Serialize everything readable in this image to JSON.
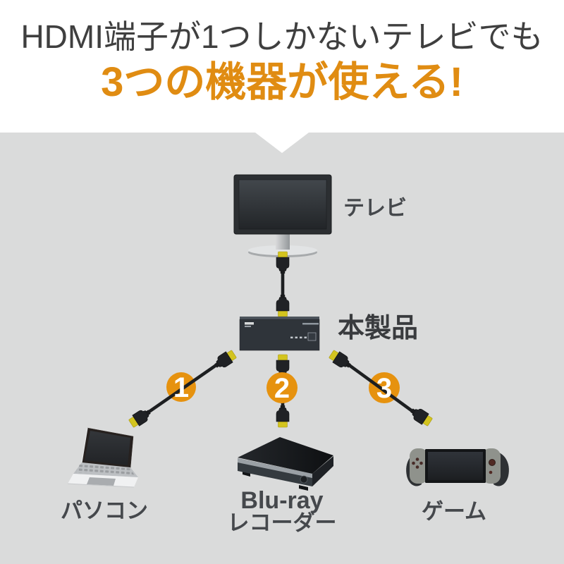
{
  "header": {
    "line1": "HDMI端子が1つしかないテレビでも",
    "line2": "3つの機器が使える!"
  },
  "diagram": {
    "tv_label": "テレビ",
    "product_label": "本製品",
    "pc_label": "パソコン",
    "bluray_label_line1": "Blu-ray",
    "bluray_label_line2": "レコーダー",
    "game_label": "ゲーム",
    "ports": [
      {
        "number": "1",
        "device": "パソコン"
      },
      {
        "number": "2",
        "device": "Blu-rayレコーダー"
      },
      {
        "number": "3",
        "device": "ゲーム"
      }
    ]
  },
  "colors": {
    "heading_text": "#3f3f3f",
    "accent_orange": "#e08c12",
    "port_badge_orange": "#e6920f",
    "background_gray": "#dadbdb",
    "hdmi_tip_yellow": "#d3c41f",
    "cable_black": "#1d1f21"
  }
}
